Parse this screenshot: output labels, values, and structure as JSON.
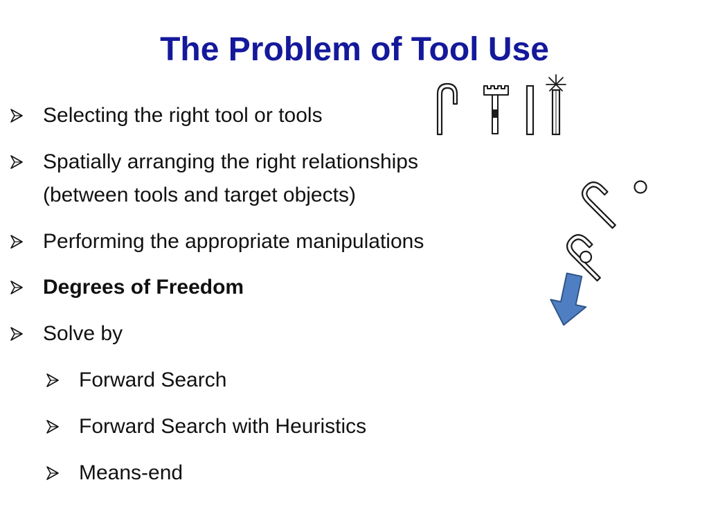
{
  "slide": {
    "title": "The Problem of Tool Use",
    "bullets": [
      {
        "text": "Selecting the right tool or tools"
      },
      {
        "text": "Spatially arranging the right relationships",
        "text2": "(between tools and target objects)"
      },
      {
        "text": "Performing the appropriate manipulations"
      },
      {
        "text": "Degrees of Freedom"
      },
      {
        "text": "Solve by"
      }
    ],
    "sub_bullets": [
      {
        "text": "Forward Search"
      },
      {
        "text": "Forward Search with Heuristics"
      },
      {
        "text": "Means-end"
      }
    ]
  },
  "colors": {
    "title": "#14199b",
    "text": "#111111",
    "arrow_fill": "#4f7fc2",
    "arrow_stroke": "#2f5589"
  },
  "icons": [
    "bullet-arrow-icon",
    "hook-tool-icon",
    "rake-tool-icon",
    "stick-tool-icon",
    "torch-tool-icon",
    "target-ring-icon",
    "down-arrow-icon"
  ]
}
